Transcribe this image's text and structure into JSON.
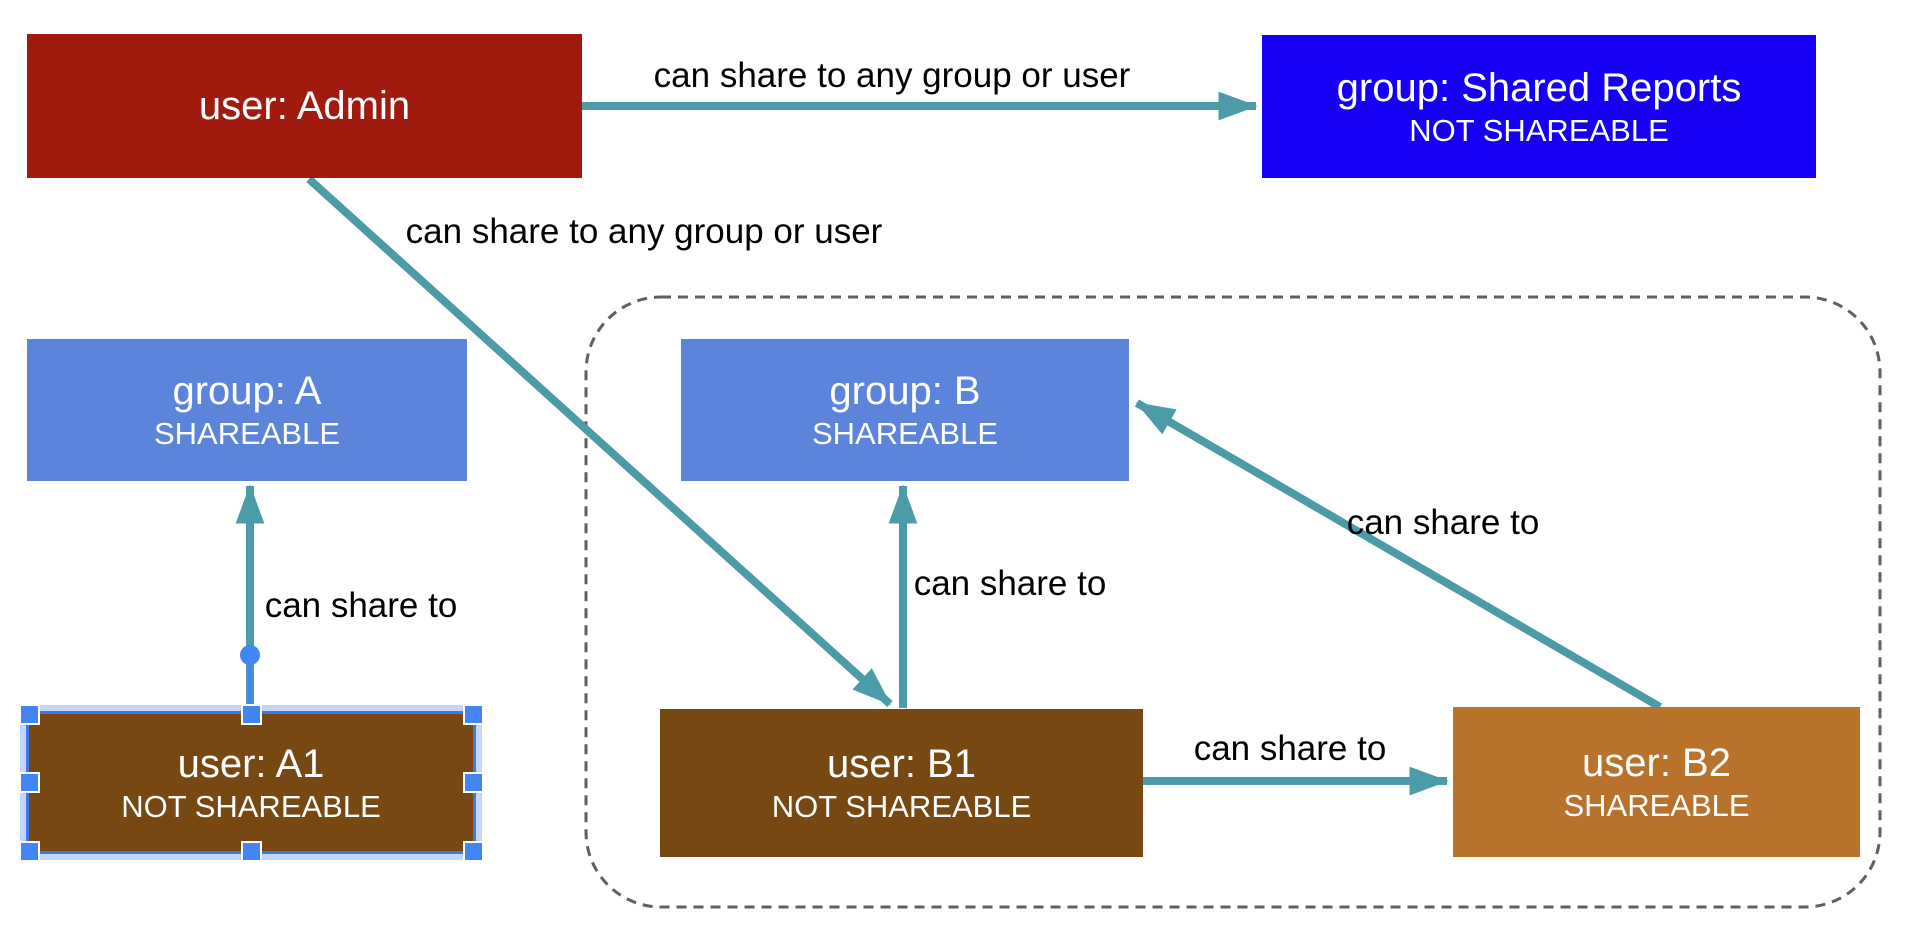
{
  "nodes": {
    "admin": {
      "title": "user: Admin"
    },
    "shared_reports": {
      "title": "group: Shared Reports",
      "subtitle": "NOT SHAREABLE"
    },
    "group_a": {
      "title": "group: A",
      "subtitle": "SHAREABLE"
    },
    "group_b": {
      "title": "group: B",
      "subtitle": "SHAREABLE"
    },
    "user_a1": {
      "title": "user: A1",
      "subtitle": "NOT SHAREABLE"
    },
    "user_b1": {
      "title": "user: B1",
      "subtitle": "NOT SHAREABLE"
    },
    "user_b2": {
      "title": "user: B2",
      "subtitle": "SHAREABLE"
    }
  },
  "edges": {
    "admin_to_shared_reports": {
      "label": "can share to any group or user"
    },
    "admin_to_user_b1": {
      "label": "can share to any group or user"
    },
    "user_a1_to_group_a": {
      "label": "can share to"
    },
    "user_b1_to_group_b": {
      "label": "can share to"
    },
    "user_b1_to_user_b2": {
      "label": "can share to"
    },
    "user_b2_to_group_b": {
      "label": "can share to"
    }
  },
  "colors": {
    "admin_red": "#A01B0E",
    "shared_reports_blue": "#1500F5",
    "group_blue": "#5C84DB",
    "user_brown": "#784812",
    "user_light_brown": "#B9722B",
    "connector_teal": "#4C9BA8",
    "boundary_gray": "#5F5F5F",
    "selection_blue": "#4285F4",
    "selection_halo": "#C3D6F7",
    "node_text_white": "#FFFFFF",
    "label_text_black": "#000000"
  }
}
